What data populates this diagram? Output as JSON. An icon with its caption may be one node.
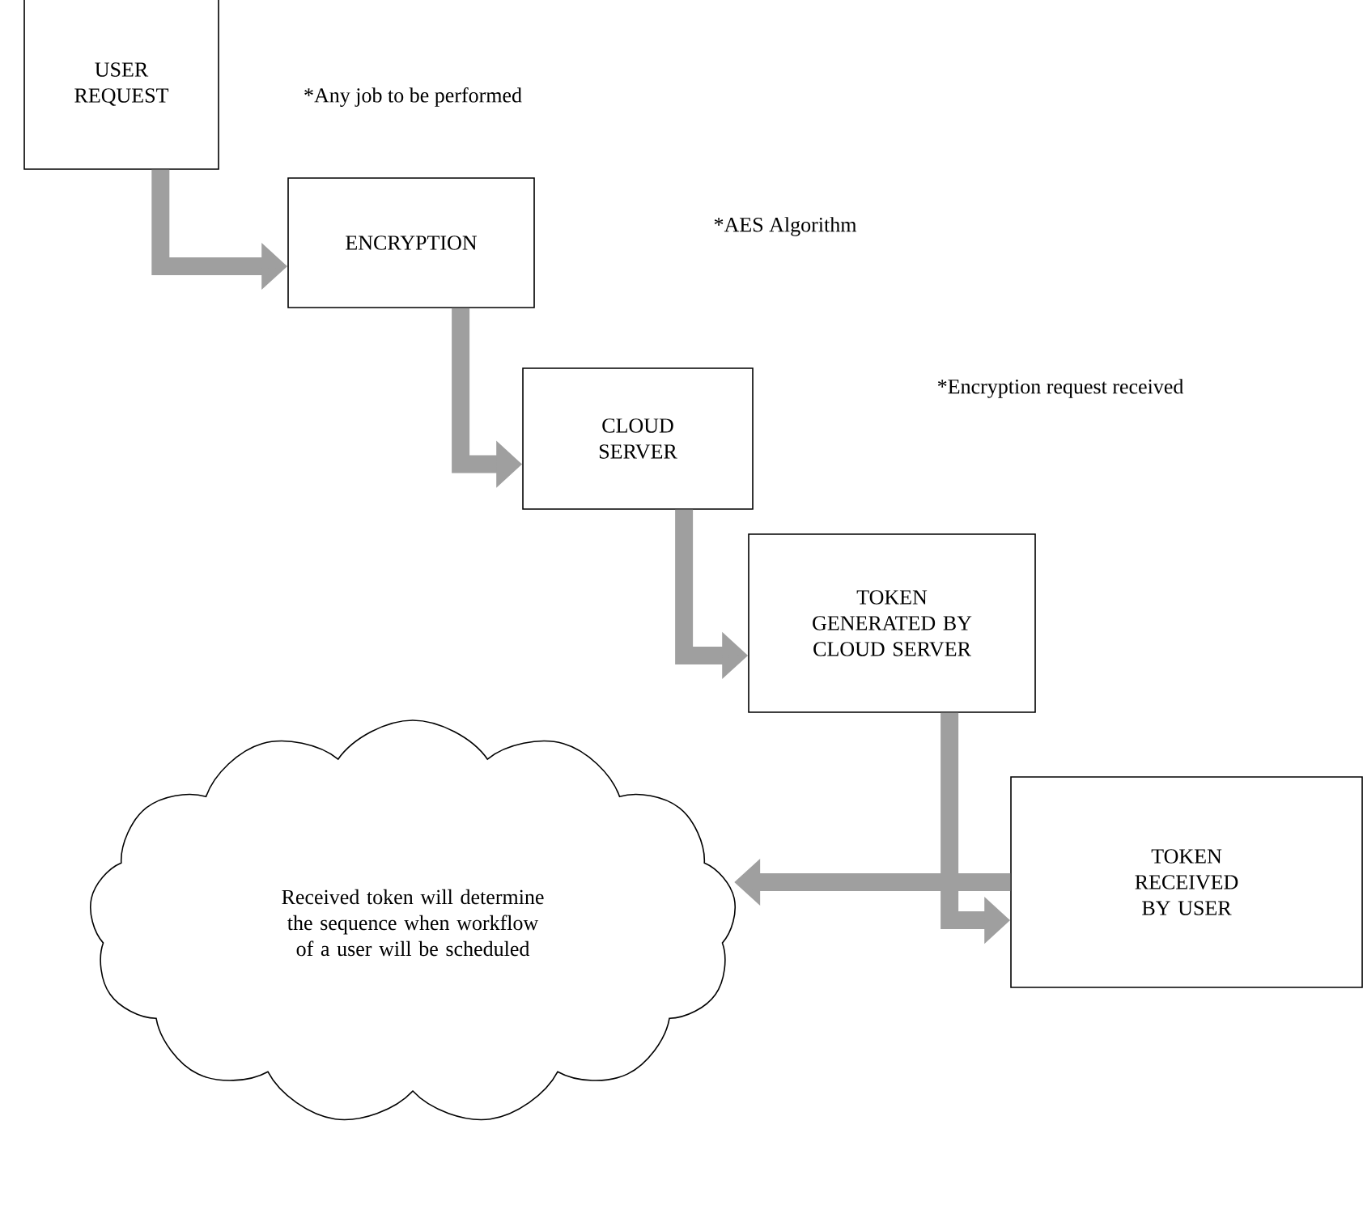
{
  "diagram": {
    "nodes": [
      {
        "text": [
          "USER REQUEST"
        ]
      },
      {
        "text": [
          "ENCRYPTION"
        ]
      },
      {
        "text": [
          "CLOUD SERVER"
        ]
      },
      {
        "text": [
          "TOKEN GENERATED BY CLOUD SERVER"
        ]
      },
      {
        "text": [
          "TOKEN RECEIVED BY USER"
        ]
      },
      {
        "text": [
          "Received token will determine the sequence when workflow of a user will be scheduled"
        ]
      }
    ],
    "edges": [
      {
        "from": 0,
        "to": 1,
        "arrow": "to"
      },
      {
        "from": 1,
        "to": 2,
        "arrow": "to"
      },
      {
        "from": 2,
        "to": 3,
        "arrow": "to"
      },
      {
        "from": 3,
        "to": 4,
        "arrow": "to"
      },
      {
        "from": 4,
        "to": 5,
        "arrow": "to"
      }
    ],
    "labels": [
      "*Any job to be performed",
      "*AES Algorithm",
      "*Encryption request received"
    ]
  }
}
